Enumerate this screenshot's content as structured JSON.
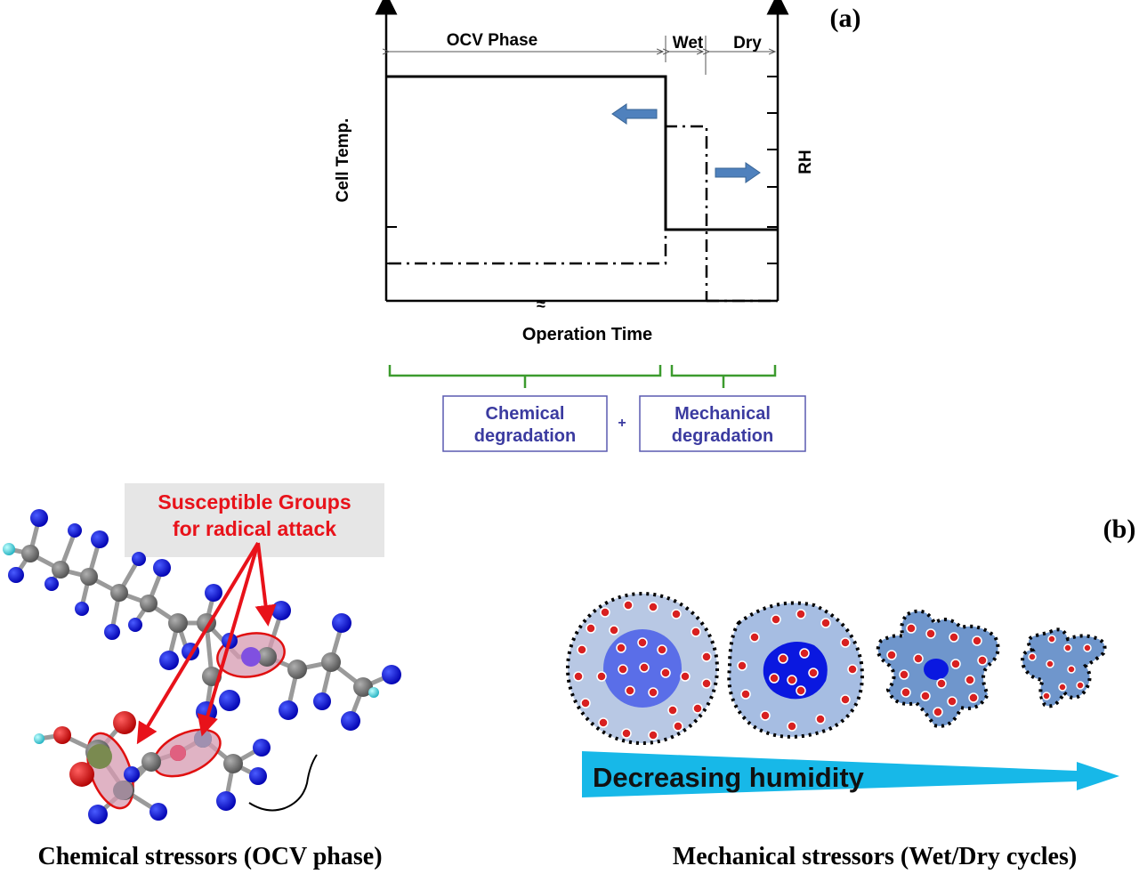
{
  "panel_a": {
    "label": "(a)",
    "phase_ocv": "OCV Phase",
    "phase_wet": "Wet",
    "phase_dry": "Dry",
    "y_left_label": "Cell Temp.",
    "y_right_label": "RH",
    "x_label": "Operation Time",
    "break_mark": "≈",
    "box_chemical_line1": "Chemical",
    "box_chemical_line2": "degradation",
    "plus": "+",
    "box_mechanical_line1": "Mechanical",
    "box_mechanical_line2": "degradation",
    "colors": {
      "axis": "#000000",
      "arrow_fill": "#4f81bd",
      "brace": "#3c9b2e",
      "box_text": "#3b3ba0",
      "box_border": "#5a5ab0"
    }
  },
  "panel_b": {
    "label": "(b)",
    "callout_line1": "Susceptible Groups",
    "callout_line2": "for radical attack",
    "humidity_label": "Decreasing humidity",
    "caption_left": "Chemical stressors (OCV phase)",
    "caption_right": "Mechanical stressors (Wet/Dry cycles)",
    "colors": {
      "callout_text": "#e8121a",
      "callout_bg": "#e6e6e6",
      "atom_blue": "#0a0adc",
      "atom_gray": "#707070",
      "atom_red": "#e01010",
      "atom_cyan": "#4fe0e8",
      "highlight": "#d59ab0",
      "wedge": "#17b8e8",
      "cluster_outer": "#aac0e0",
      "cluster_inner": "#5a6ee8"
    }
  }
}
